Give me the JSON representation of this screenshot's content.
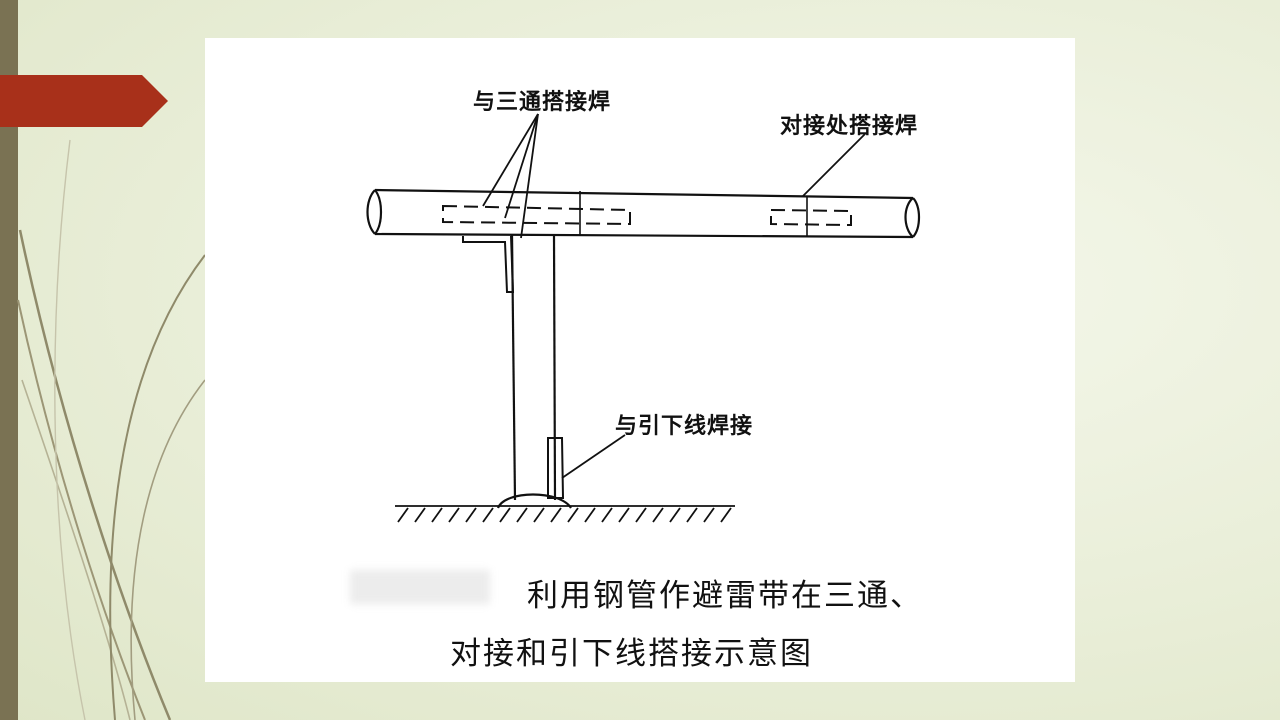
{
  "slide": {
    "accent_color": "#a8301a",
    "sidebar_color": "#7a7253"
  },
  "figure": {
    "labels": {
      "tee_lap_weld": "与三通搭接焊",
      "butt_lap_weld": "对接处搭接焊",
      "downlead_weld": "与引下线焊接"
    },
    "caption": {
      "line1": "利用钢管作避雷带在三通、",
      "line2": "对接和引下线搭接示意图"
    }
  }
}
